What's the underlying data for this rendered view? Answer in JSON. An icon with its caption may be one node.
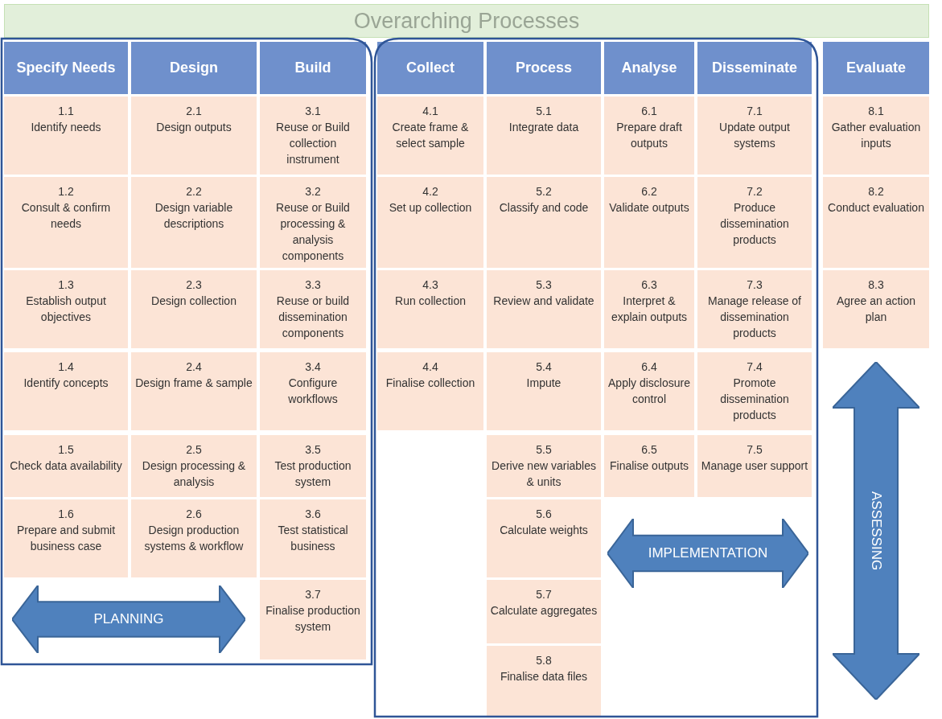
{
  "diagram": {
    "nodes": [
      {
        "text": [
          "Overarching Processes"
        ]
      },
      {
        "text": [
          "Specify Needs"
        ]
      },
      {
        "text": [
          "Design"
        ]
      },
      {
        "text": [
          "Build"
        ]
      },
      {
        "text": [
          "Collect"
        ]
      },
      {
        "text": [
          "Process"
        ]
      },
      {
        "text": [
          "Analyse"
        ]
      },
      {
        "text": [
          "Disseminate"
        ]
      },
      {
        "text": [
          "Evaluate"
        ]
      },
      {
        "text": [
          "1.1",
          "Identify needs"
        ]
      },
      {
        "text": [
          "1.2",
          "Consult & confirm needs"
        ]
      },
      {
        "text": [
          "1.3",
          "Establish output objectives"
        ]
      },
      {
        "text": [
          "1.4",
          "Identify concepts"
        ]
      },
      {
        "text": [
          "1.5",
          "Check data availability"
        ]
      },
      {
        "text": [
          "1.6",
          "Prepare and submit business case"
        ]
      },
      {
        "text": [
          "2.1",
          "Design outputs"
        ]
      },
      {
        "text": [
          "2.2",
          "Design variable descriptions"
        ]
      },
      {
        "text": [
          "2.3",
          "Design collection"
        ]
      },
      {
        "text": [
          "2.4",
          "Design frame & sample"
        ]
      },
      {
        "text": [
          "2.5",
          "Design processing & analysis"
        ]
      },
      {
        "text": [
          "2.6",
          "Design production systems & workflow"
        ]
      },
      {
        "text": [
          "3.1",
          "Reuse or Build collection instrument"
        ]
      },
      {
        "text": [
          "3.2",
          "Reuse or Build processing & analysis components"
        ]
      },
      {
        "text": [
          "3.3",
          "Reuse or build dissemination components"
        ]
      },
      {
        "text": [
          "3.4",
          "Configure workflows"
        ]
      },
      {
        "text": [
          "3.5",
          "Test production system"
        ]
      },
      {
        "text": [
          "3.6",
          "Test statistical business"
        ]
      },
      {
        "text": [
          "3.7",
          "Finalise production system"
        ]
      },
      {
        "text": [
          "4.1",
          "Create frame & select sample"
        ]
      },
      {
        "text": [
          "4.2",
          "Set up collection"
        ]
      },
      {
        "text": [
          "4.3",
          "Run collection"
        ]
      },
      {
        "text": [
          "4.4",
          "Finalise collection"
        ]
      },
      {
        "text": [
          "5.1",
          "Integrate data"
        ]
      },
      {
        "text": [
          "5.2",
          "Classify and code"
        ]
      },
      {
        "text": [
          "5.3",
          "Review and validate"
        ]
      },
      {
        "text": [
          "5.4",
          "Impute"
        ]
      },
      {
        "text": [
          "5.5",
          "Derive new variables & units"
        ]
      },
      {
        "text": [
          "5.6",
          "Calculate weights"
        ]
      },
      {
        "text": [
          "5.7",
          "Calculate aggregates"
        ]
      },
      {
        "text": [
          "5.8",
          "Finalise data files"
        ]
      },
      {
        "text": [
          "6.1",
          "Prepare draft outputs"
        ]
      },
      {
        "text": [
          "6.2",
          "Validate outputs"
        ]
      },
      {
        "text": [
          "6.3",
          "Interpret & explain outputs"
        ]
      },
      {
        "text": [
          "6.4",
          "Apply disclosure control"
        ]
      },
      {
        "text": [
          "6.5",
          "Finalise outputs"
        ]
      },
      {
        "text": [
          "7.1",
          "Update output systems"
        ]
      },
      {
        "text": [
          "7.2",
          "Produce dissemination products"
        ]
      },
      {
        "text": [
          "7.3",
          "Manage release of dissemination products"
        ]
      },
      {
        "text": [
          "7.4",
          "Promote dissemination products"
        ]
      },
      {
        "text": [
          "7.5",
          "Manage user support"
        ]
      },
      {
        "text": [
          "8.1",
          "Gather evaluation inputs"
        ]
      },
      {
        "text": [
          "8.2",
          "Conduct evaluation"
        ]
      },
      {
        "text": [
          "8.3",
          "Agree an action plan"
        ]
      },
      {
        "text": [
          "PLANNING"
        ]
      },
      {
        "text": [
          "IMPLEMENTATION"
        ]
      },
      {
        "text": [
          "ASSESSING"
        ]
      }
    ]
  }
}
